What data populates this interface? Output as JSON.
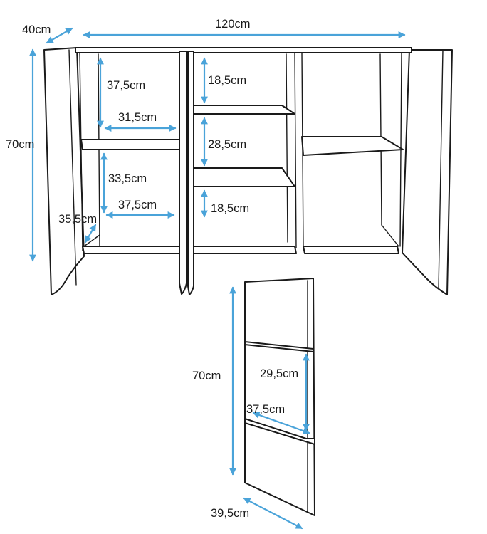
{
  "colors": {
    "line": "#1a1a1a",
    "dimension": "#4aa3d9",
    "background": "#ffffff"
  },
  "cabinet": {
    "width_label": "120cm",
    "depth_label": "40cm",
    "height_label": "70cm",
    "left_top_height_label": "37,5cm",
    "left_shelf_width_label": "31,5cm",
    "left_bottom_height_label": "33,5cm",
    "left_bottom_width_label": "37,5cm",
    "left_depth_label": "35,5cm",
    "middle_top_label": "18,5cm",
    "middle_mid_label": "28,5cm",
    "middle_bottom_label": "18,5cm"
  },
  "door": {
    "height_label": "70cm",
    "inner_height_label": "29,5cm",
    "inner_width_label": "37,5cm",
    "width_label": "39,5cm"
  }
}
